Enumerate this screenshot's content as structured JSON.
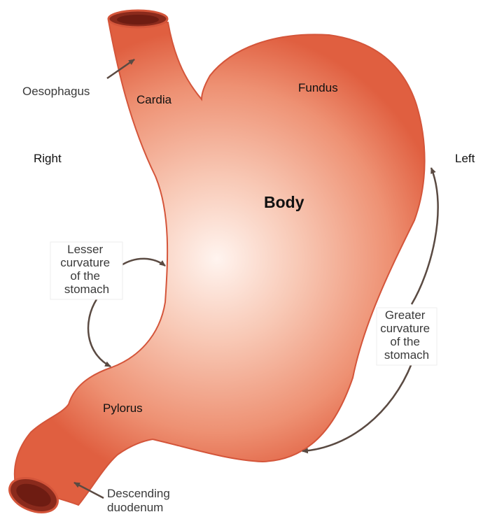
{
  "labels": {
    "oesophagus": "Oesophagus",
    "cardia": "Cardia",
    "fundus": "Fundus",
    "right": "Right",
    "left": "Left",
    "body": "Body",
    "lesser_curvature": [
      "Lesser",
      "curvature",
      "of the",
      "stomach"
    ],
    "greater_curvature": [
      "Greater",
      "curvature",
      "of the",
      "stomach"
    ],
    "pylorus": "Pylorus",
    "descending_duodenum": [
      "Descending",
      "duodenum"
    ]
  },
  "colors": {
    "stomach_center": "#fff3ee",
    "stomach_mid": "#f5b49c",
    "stomach_edge": "#e46a4a",
    "outline": "#d4553a",
    "lumen": "#8a2a1c",
    "arrow": "#5a4a42",
    "text": "#3a3a3a",
    "bold_text": "#111111"
  }
}
